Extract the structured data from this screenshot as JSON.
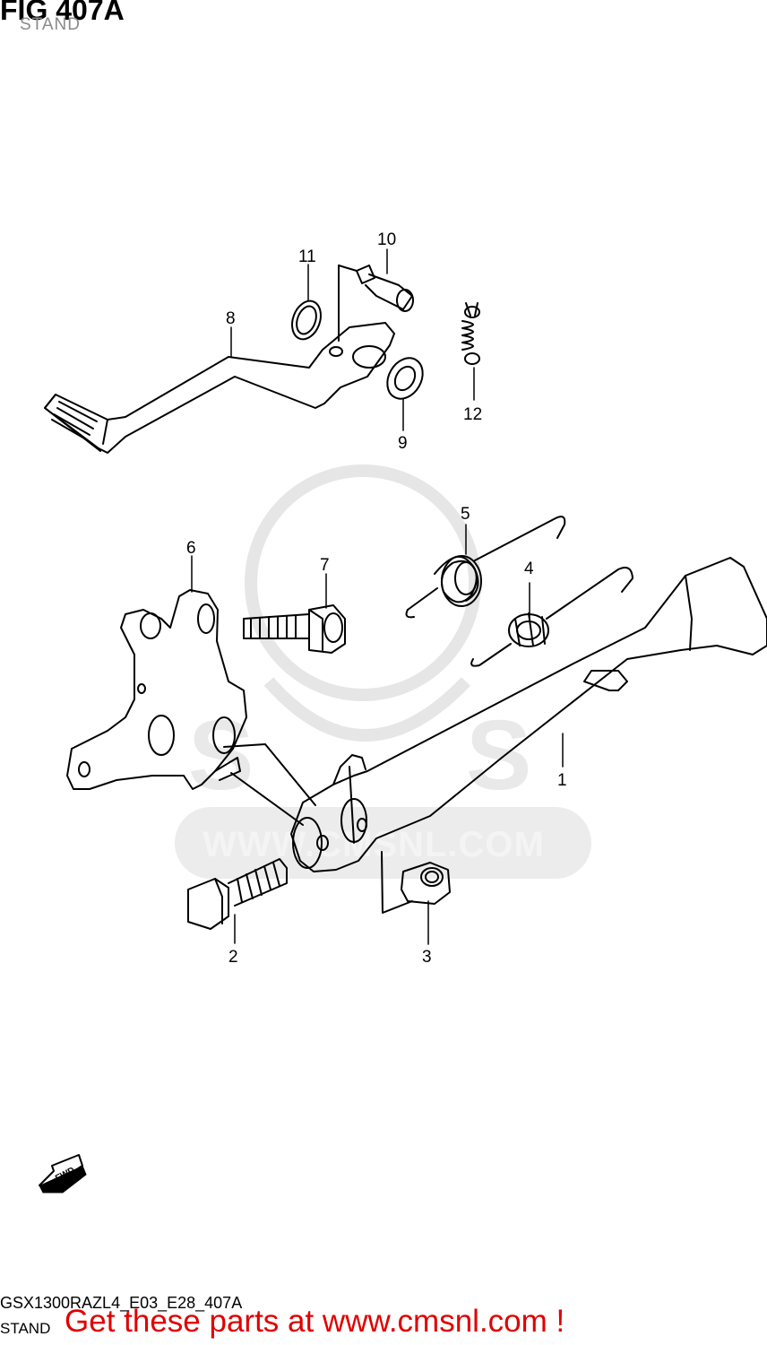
{
  "figure": {
    "title": "FIG 407A",
    "subtitle": "STAND"
  },
  "callouts": [
    {
      "id": "1",
      "label": "1"
    },
    {
      "id": "2",
      "label": "2"
    },
    {
      "id": "3",
      "label": "3"
    },
    {
      "id": "4",
      "label": "4"
    },
    {
      "id": "5",
      "label": "5"
    },
    {
      "id": "6",
      "label": "6"
    },
    {
      "id": "7",
      "label": "7"
    },
    {
      "id": "8",
      "label": "8"
    },
    {
      "id": "9",
      "label": "9"
    },
    {
      "id": "10",
      "label": "10"
    },
    {
      "id": "11",
      "label": "11"
    },
    {
      "id": "12",
      "label": "12"
    }
  ],
  "fwd_arrow": {
    "label": "FWD",
    "icon": "fwd-arrow-icon"
  },
  "watermark": {
    "text": "WWW.CMSNL.COM",
    "logo_text": "CMS",
    "color": "#e6e6e6"
  },
  "footer": {
    "code": "GSX1300RAZL4_E03_E28_407A",
    "name": "STAND",
    "promo": "Get these parts at www.cmsnl.com !",
    "promo_color": "#e00000"
  }
}
